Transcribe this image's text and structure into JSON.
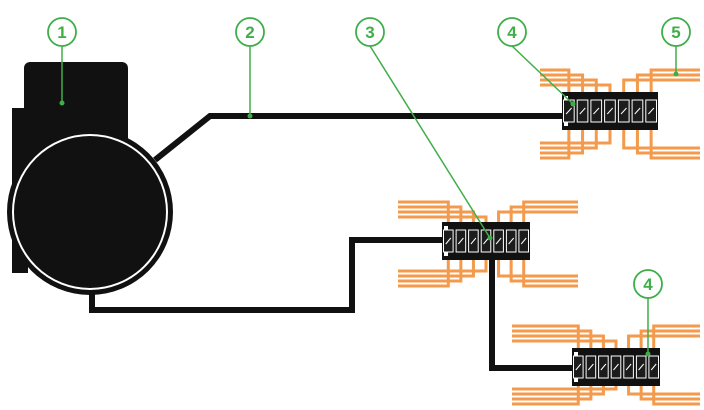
{
  "colors": {
    "callout": "#3fae49",
    "cable": "#111111",
    "wire": "#f39a4c",
    "background": "#ffffff"
  },
  "callouts": [
    {
      "label": "1",
      "meaning": "camera"
    },
    {
      "label": "2",
      "meaning": "cable"
    },
    {
      "label": "3",
      "meaning": "terminal-block"
    },
    {
      "label": "4",
      "meaning": "terminal-block"
    },
    {
      "label": "5",
      "meaning": "wire"
    },
    {
      "label": "4",
      "meaning": "terminal-block"
    }
  ],
  "terminal_blocks": [
    {
      "name": "terminal-block-top-right",
      "terminals": 7
    },
    {
      "name": "terminal-block-middle",
      "terminals": 7
    },
    {
      "name": "terminal-block-bottom-right",
      "terminals": 7
    }
  ]
}
